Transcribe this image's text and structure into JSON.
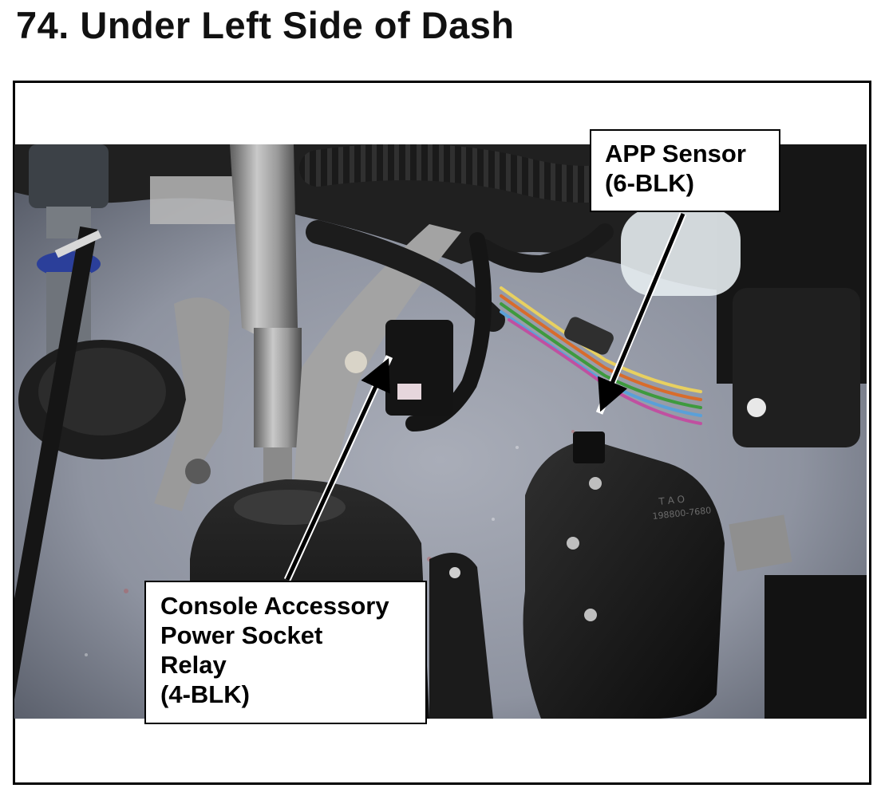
{
  "title": "74.  Under Left Side of Dash",
  "callouts": {
    "app_sensor": {
      "line1": "APP Sensor",
      "line2": "(6-BLK)"
    },
    "relay": {
      "line1": "Console Accessory",
      "line2": "Power Socket",
      "line3": "Relay",
      "line4": "(4-BLK)"
    }
  },
  "photo_labels": {
    "part_tag_1": "T A O",
    "part_tag_2": "198800-7680"
  },
  "colors": {
    "frame": "#000000",
    "carpet": "#8e93a0",
    "plastic": "#161616",
    "metal": "#9e9e9e"
  }
}
